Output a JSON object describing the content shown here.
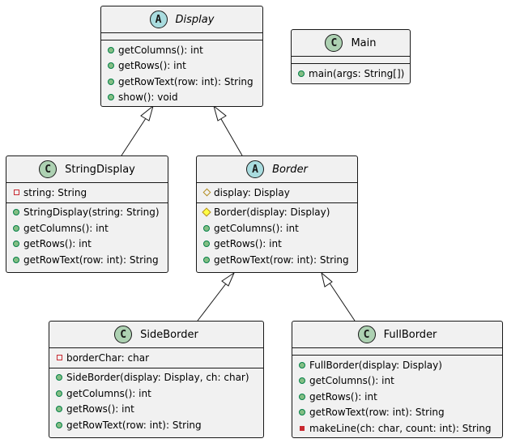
{
  "classes": {
    "display": {
      "stereotype": "A",
      "name": "Display",
      "methods": [
        "getColumns(): int",
        "getRows(): int",
        "getRowText(row: int): String",
        "show(): void"
      ]
    },
    "main": {
      "stereotype": "C",
      "name": "Main",
      "methods": [
        "main(args: String[])"
      ]
    },
    "string_display": {
      "stereotype": "C",
      "name": "StringDisplay",
      "fields": [
        "string: String"
      ],
      "methods": [
        "StringDisplay(string: String)",
        "getColumns(): int",
        "getRows(): int",
        "getRowText(row: int): String"
      ]
    },
    "border": {
      "stereotype": "A",
      "name": "Border",
      "fields": [
        "display: Display"
      ],
      "methods": [
        "Border(display: Display)",
        "getColumns(): int",
        "getRows(): int",
        "getRowText(row: int): String"
      ]
    },
    "side_border": {
      "stereotype": "C",
      "name": "SideBorder",
      "fields": [
        "borderChar: char"
      ],
      "methods": [
        "SideBorder(display: Display, ch: char)",
        "getColumns(): int",
        "getRows(): int",
        "getRowText(row: int): String"
      ]
    },
    "full_border": {
      "stereotype": "C",
      "name": "FullBorder",
      "methods": [
        "FullBorder(display: Display)",
        "getColumns(): int",
        "getRows(): int",
        "getRowText(row: int): String",
        "makeLine(ch: char, count: int): String"
      ]
    }
  },
  "colors": {
    "class_badge": "#add1b2",
    "abstract_badge": "#a9dcdf",
    "box_fill": "#f1f1f1",
    "line": "#181818"
  }
}
